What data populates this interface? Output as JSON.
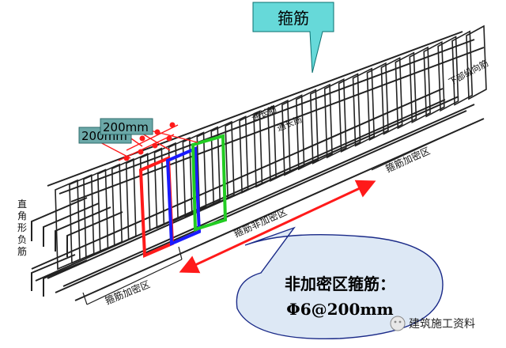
{
  "callout_top": {
    "text": "箍筋",
    "fill": "#66d9d9"
  },
  "callout_bottom": {
    "line1": "非加密区箍筋：",
    "line2": "Φ6@200mm",
    "fill": "#dde8f5"
  },
  "spacing_labels": [
    "200mm",
    "200mm"
  ],
  "labels": {
    "left_vertical": "直角形负筋",
    "through_bar_1": "通长筋",
    "through_bar_2": "通长筋",
    "bottom_long_bar": "下部纵向筋",
    "dense_zone_left": "箍筋加密区",
    "dense_zone_right": "箍筋加密区",
    "non_dense_zone": "箍筋非加密区"
  },
  "watermark": {
    "text": "建筑施工资料"
  },
  "colors": {
    "stirrup_red": "#ff1a1a",
    "stirrup_blue": "#1a1aff",
    "stirrup_green": "#22cc22",
    "arrow_red": "#ff1a1a",
    "bars": "#222222"
  }
}
